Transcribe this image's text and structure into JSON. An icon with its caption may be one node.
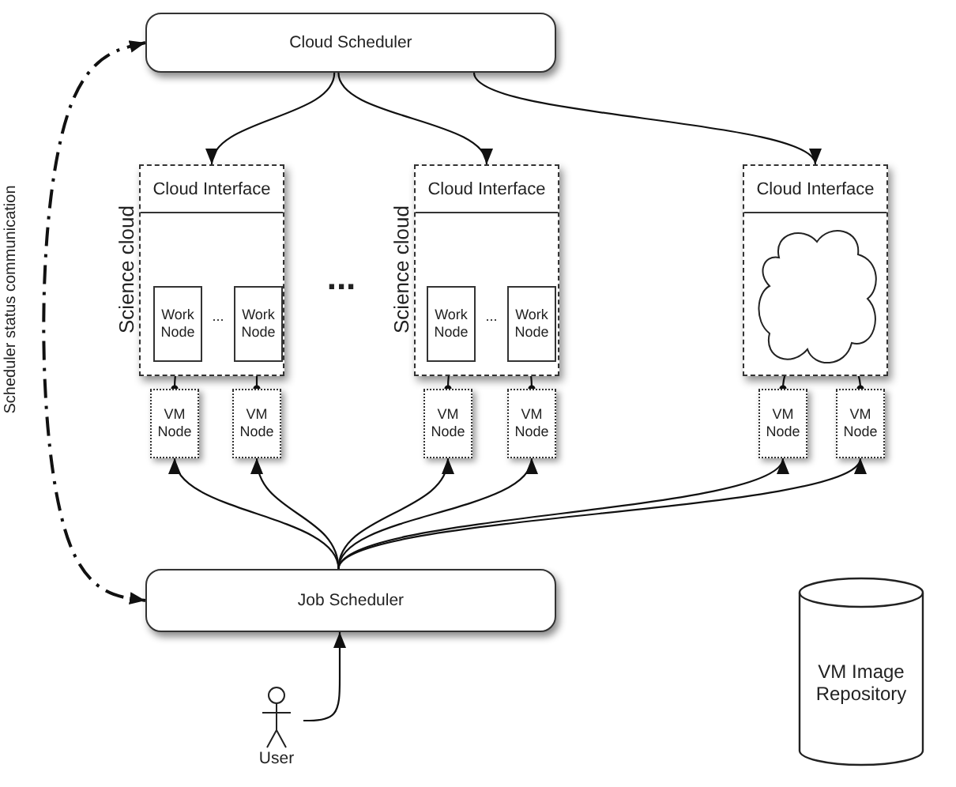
{
  "diagram": {
    "nodes": [
      {
        "text": [
          "Cloud Scheduler"
        ]
      },
      {
        "text": [
          "Cloud Interface"
        ],
        "beside": [
          "Science cloud"
        ]
      },
      {
        "text": [
          "Work Node"
        ],
        "in": 1
      },
      {
        "text": [
          "Work Node"
        ],
        "in": 1
      },
      {
        "text": [
          "VM Node"
        ]
      },
      {
        "text": [
          "VM Node"
        ]
      },
      {
        "text": [
          "Cloud Interface"
        ],
        "beside": [
          "Science cloud"
        ]
      },
      {
        "text": [
          "Work Node"
        ],
        "in": 6
      },
      {
        "text": [
          "Work Node"
        ],
        "in": 6
      },
      {
        "text": [
          "VM Node"
        ]
      },
      {
        "text": [
          "VM Node"
        ]
      },
      {
        "text": [
          "Cloud Interface"
        ]
      },
      {
        "text": [],
        "shape": "cloud",
        "in": 11
      },
      {
        "text": [
          "VM Node"
        ]
      },
      {
        "text": [
          "VM Node"
        ]
      },
      {
        "text": [
          "Job Scheduler"
        ]
      },
      {
        "text": [
          "User"
        ]
      },
      {
        "text": [
          "VM Image Repository"
        ]
      }
    ],
    "edges": [
      {
        "from": 0,
        "to": 1,
        "arrow": "to"
      },
      {
        "from": 0,
        "to": 6,
        "arrow": "to"
      },
      {
        "from": 0,
        "to": 11,
        "arrow": "to"
      },
      {
        "from": 2,
        "to": 4,
        "arrow": "other"
      },
      {
        "from": 3,
        "to": 5,
        "arrow": "other"
      },
      {
        "from": 7,
        "to": 9,
        "arrow": "other"
      },
      {
        "from": 8,
        "to": 10,
        "arrow": "other"
      },
      {
        "from": 12,
        "to": 13,
        "arrow": "other"
      },
      {
        "from": 12,
        "to": 14,
        "arrow": "other"
      },
      {
        "from": 15,
        "to": 4,
        "arrow": "to"
      },
      {
        "from": 15,
        "to": 5,
        "arrow": "to"
      },
      {
        "from": 15,
        "to": 9,
        "arrow": "to"
      },
      {
        "from": 15,
        "to": 10,
        "arrow": "to"
      },
      {
        "from": 15,
        "to": 13,
        "arrow": "to"
      },
      {
        "from": 15,
        "to": 14,
        "arrow": "to"
      },
      {
        "from": 16,
        "to": 15,
        "arrow": "to"
      },
      {
        "from": 0,
        "to": 15,
        "arrow": "both",
        "style": "dashed",
        "label": "Scheduler status communication"
      }
    ],
    "labels": [
      "...",
      "...",
      "..."
    ]
  }
}
